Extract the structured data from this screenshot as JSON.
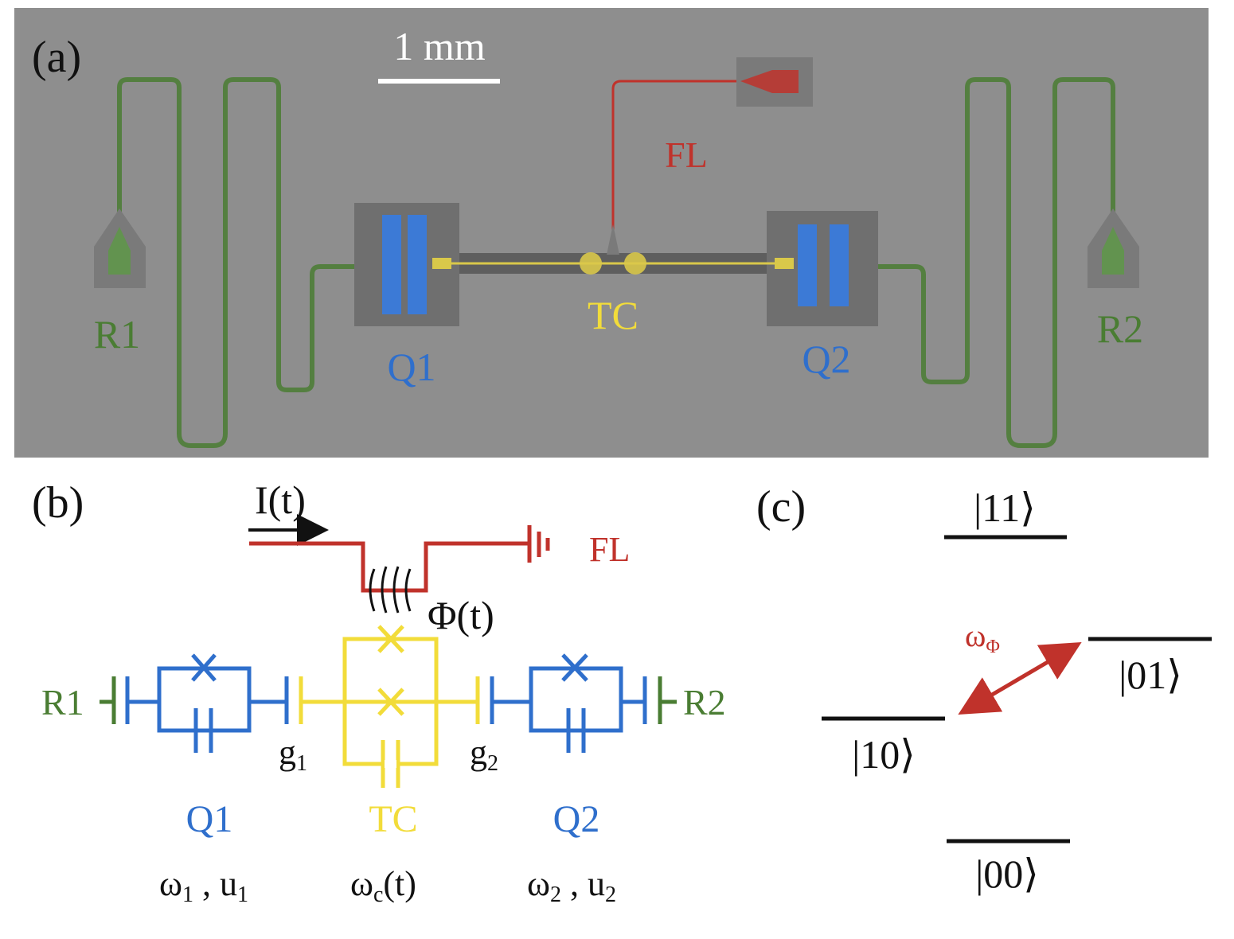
{
  "panel_a": {
    "label": "(a)",
    "scale_bar": "1 mm",
    "labels": {
      "fl": "FL",
      "tc": "TC",
      "q1": "Q1",
      "q2": "Q2",
      "r1": "R1",
      "r2": "R2"
    }
  },
  "panel_b": {
    "label": "(b)",
    "current": "I(t)",
    "flux": "Φ(t)",
    "fl": "FL",
    "r1": "R1",
    "r2": "R2",
    "g1_base": "g",
    "g1_sub": "1",
    "g2_base": "g",
    "g2_sub": "2",
    "q1": "Q1",
    "tc": "TC",
    "q2": "Q2",
    "q1_params": {
      "w": "ω",
      "w_sub": "1",
      "sep": " , ",
      "u": "u",
      "u_sub": "1"
    },
    "tc_params": {
      "w": "ω",
      "w_sub": "c",
      "tail": "(t)"
    },
    "q2_params": {
      "w": "ω",
      "w_sub": "2",
      "sep": " , ",
      "u": "u",
      "u_sub": "2"
    }
  },
  "panel_c": {
    "label": "(c)",
    "state_11": "|11⟩",
    "state_01": "|01⟩",
    "state_10": "|10⟩",
    "state_00": "|00⟩",
    "drive_base": "ω",
    "drive_sub": "Φ"
  },
  "colors": {
    "chip_bg": "#8e8e8e",
    "resonator": "#4a7d33",
    "qubit": "#2f6fcc",
    "coupler": "#f2dc3a",
    "flux_line": "#c0322b",
    "text": "#111111"
  }
}
